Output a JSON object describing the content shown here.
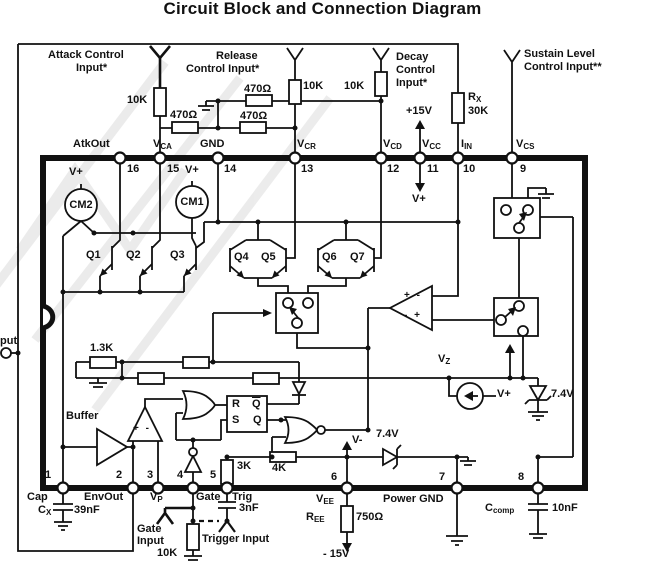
{
  "title": "Circuit Block and Connection Diagram",
  "inputs": {
    "attack1": "Attack Control",
    "attack2": "Input*",
    "release1": "Release",
    "release2": "Control Input*",
    "decay1": "Decay",
    "decay2": "Control",
    "decay3": "Input*",
    "sustain1": "Sustain Level",
    "sustain2": "Control Input**",
    "gate1": "Gate",
    "gate2": "Input",
    "trigger": "Trigger Input",
    "output": "put"
  },
  "supplies": {
    "plus15": "+15V",
    "minus15": "- 15V",
    "vplus": "V+",
    "vminus": "V-"
  },
  "resistors": {
    "r_attack": "10K",
    "r_release": "10K",
    "r_decay": "10K",
    "r470a": "470Ω",
    "r470b": "470Ω",
    "r470c": "470Ω",
    "rx": "R",
    "rx_sub": "X",
    "rx_val": "30K",
    "r13": "1.3K",
    "r3k": "3K",
    "r4k": "4K",
    "r10k_gate": "10K",
    "ree": "R",
    "ree_sub": "EE",
    "ree_val": "750Ω"
  },
  "caps": {
    "cx": "C",
    "cx_sub": "X",
    "cx_val": "39nF",
    "c3n": "3nF",
    "ccomp": "C",
    "ccomp_sub": "comp",
    "ccomp_val": "10nF"
  },
  "zeners": {
    "zh": "7.4V",
    "zv": "7.4V"
  },
  "nodes": {
    "vz": "V",
    "vz_sub": "Z"
  },
  "blocks": {
    "buffer": "Buffer",
    "cm1": "CM1",
    "cm2": "CM2",
    "q1": "Q1",
    "q2": "Q2",
    "q3": "Q3",
    "q4": "Q4",
    "q5": "Q5",
    "q6": "Q6",
    "q7": "Q7",
    "ff_r": "R",
    "ff_s": "S",
    "ff_q": "Q",
    "ff_qbar": "Q",
    "cmp_top": "+ -",
    "cmp_bot": "- +",
    "amp_in": "+ -"
  },
  "pins_top": [
    {
      "num": "16",
      "name": "AtkOut",
      "sub": ""
    },
    {
      "num": "15",
      "name": "V",
      "sub": "CA"
    },
    {
      "num": "14",
      "name": "GND",
      "sub": ""
    },
    {
      "num": "13",
      "name": "V",
      "sub": "CR"
    },
    {
      "num": "12",
      "name": "V",
      "sub": "CD"
    },
    {
      "num": "11",
      "name": "V",
      "sub": "CC"
    },
    {
      "num": "10",
      "name": "I",
      "sub": "IN"
    },
    {
      "num": "9",
      "name": "V",
      "sub": "CS"
    }
  ],
  "pins_bottom": [
    {
      "num": "1",
      "name": "Cap",
      "sub": ""
    },
    {
      "num": "2",
      "name": "EnvOut",
      "sub": ""
    },
    {
      "num": "3",
      "name": "V",
      "sub": "P"
    },
    {
      "num": "4",
      "name": "Gate",
      "sub": ""
    },
    {
      "num": "5",
      "name": "Trig",
      "sub": ""
    },
    {
      "num": "6",
      "name": "V",
      "sub": "EE"
    },
    {
      "num": "7",
      "name": "Power GND",
      "sub": ""
    },
    {
      "num": "8",
      "name": "",
      "sub": ""
    }
  ]
}
